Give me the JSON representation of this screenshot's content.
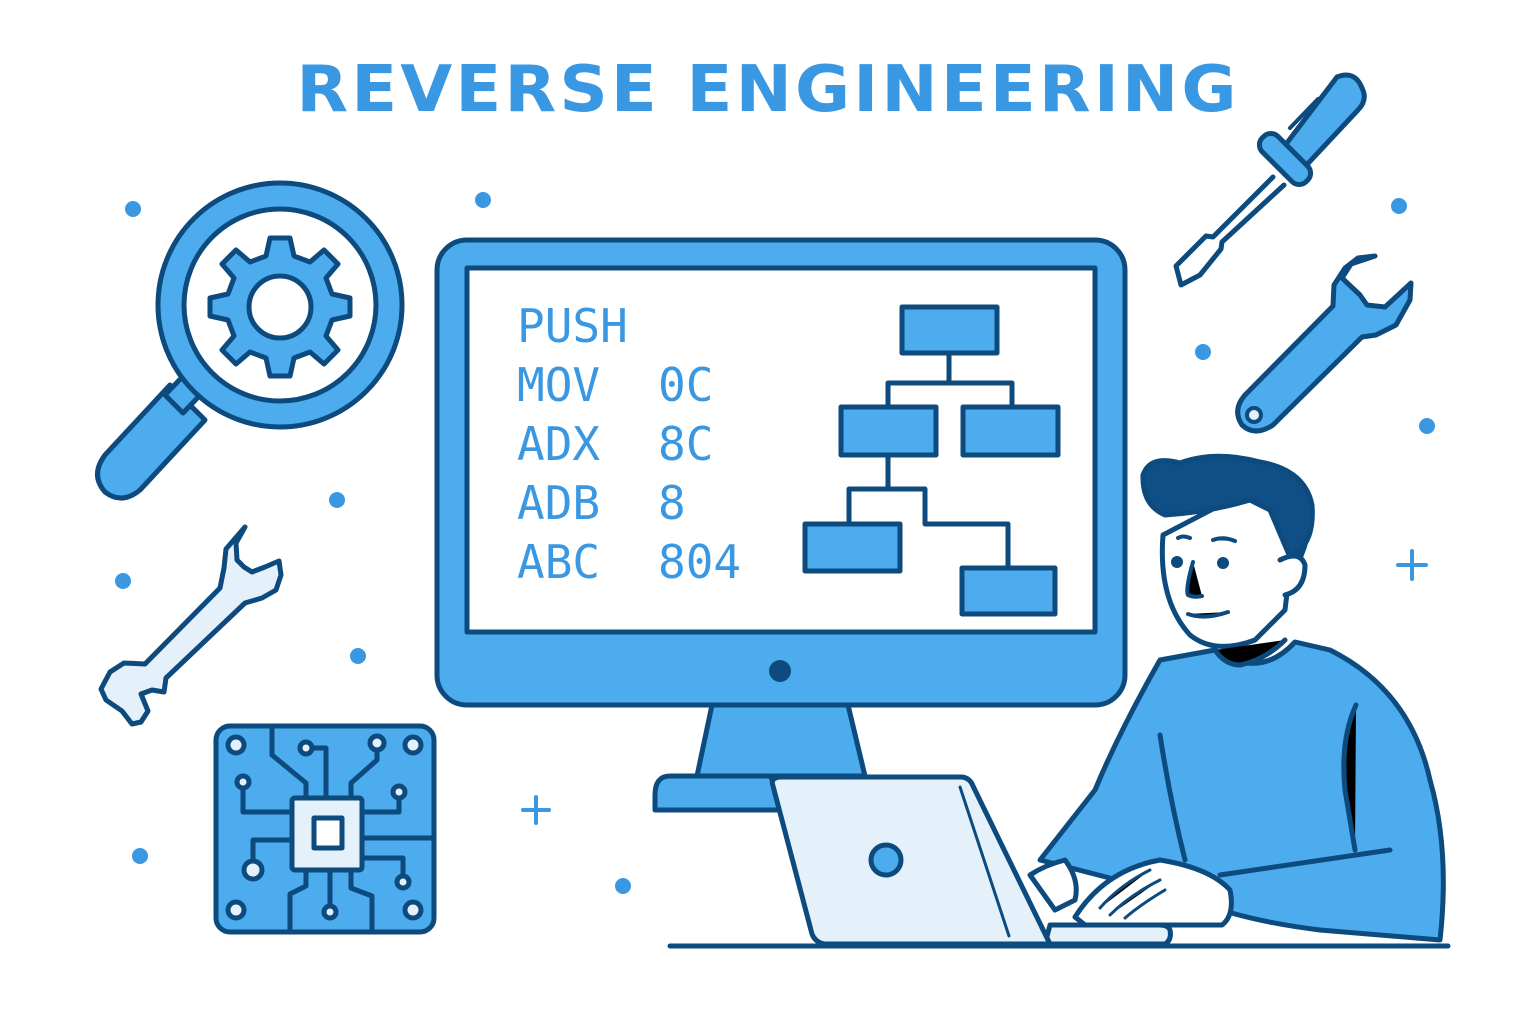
{
  "title": "REVERSE ENGINEERING",
  "colors": {
    "accent": "#3a98e3",
    "fill": "#4dacee",
    "outline": "#0d4a7e",
    "light": "#e4f0fa",
    "hair": "#0f4f86",
    "background": "#ffffff"
  },
  "screen": {
    "code_lines": [
      {
        "op": "PUSH",
        "arg": ""
      },
      {
        "op": "MOV",
        "arg": "0C"
      },
      {
        "op": "ADX",
        "arg": "8C"
      },
      {
        "op": "ADB",
        "arg": "8"
      },
      {
        "op": "ABC",
        "arg": "804"
      }
    ],
    "flowchart": {
      "nodes": 5,
      "type": "tree"
    }
  },
  "icons": [
    "magnifier-gear-icon",
    "wrench-icon",
    "circuit-chip-icon",
    "screwdriver-icon",
    "wrench-icon",
    "monitor-icon",
    "laptop-icon",
    "person-illustration"
  ]
}
